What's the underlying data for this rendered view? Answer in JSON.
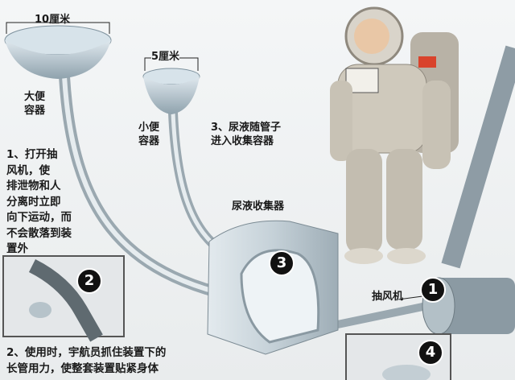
{
  "dimensions": {
    "large": "10厘米",
    "small": "5厘米"
  },
  "labels": {
    "large_container": "大便\n容器",
    "small_container": "小便\n容器",
    "step3": "3、尿液随管子\n进入收集容器",
    "urine_collector": "尿液收集器",
    "fan": "抽风机"
  },
  "steps": {
    "step1": "1、打开抽\n风机，使\n排泄物和人\n分离时立即\n向下运动，而\n不会散落到装\n置外",
    "step2": "2、使用时，宇航员抓住装置下的\n长管用力，使整套装置贴紧身体"
  },
  "markers": [
    "1",
    "2",
    "3",
    "4"
  ]
}
